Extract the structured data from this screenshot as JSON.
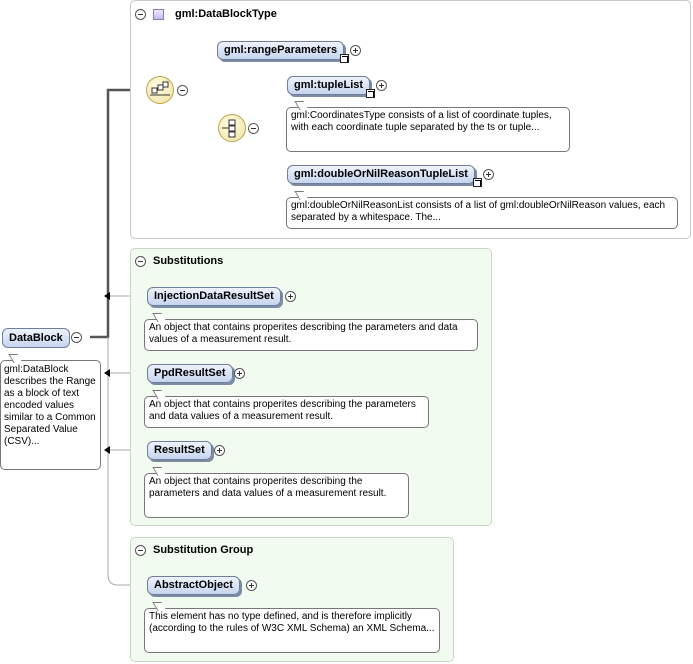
{
  "type_panel": {
    "title": "gml:DataBlockType"
  },
  "range_parameters": {
    "label": "gml:rangeParameters"
  },
  "tuple_list": {
    "label": "gml:tupleList",
    "description": "gml:CoordinatesType consists of a list of coordinate tuples, with each coordinate tuple separated by the ts or tuple..."
  },
  "double_or_nil_reason_tuple_list": {
    "label": "gml:doubleOrNilReasonTupleList",
    "description": "gml:doubleOrNilReasonList consists of a list of gml:doubleOrNilReason values, each separated by a whitespace. The..."
  },
  "root_element": {
    "label": "DataBlock",
    "description": "gml:DataBlock describes the Range as a block of text encoded values similar to a Common Separated Value (CSV)..."
  },
  "substitutions": {
    "title": "Substitutions",
    "items": [
      {
        "label": "InjectionDataResultSet",
        "description": "An object that contains properites describing the parameters and data values of a measurement result."
      },
      {
        "label": "PpdResultSet",
        "description": "An object that contains properites describing the parameters and data values of a measurement result."
      },
      {
        "label": "ResultSet",
        "description": "An object that contains properites describing the parameters and data values of a measurement result."
      }
    ]
  },
  "substitution_group": {
    "title": "Substitution Group",
    "item": {
      "label": "AbstractObject",
      "description": "This element has no type defined, and is therefore implicitly (according to the rules of W3C XML Schema) an XML Schema..."
    }
  }
}
